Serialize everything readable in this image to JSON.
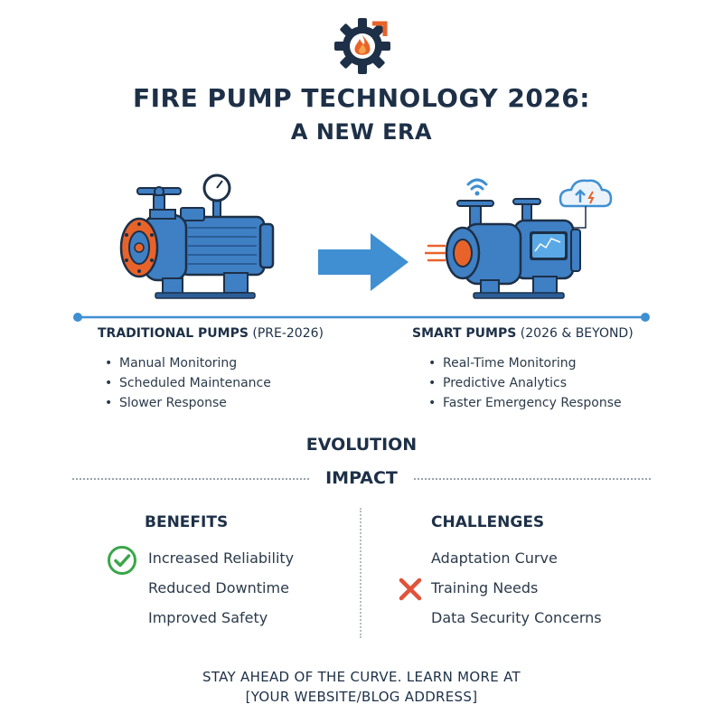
{
  "header": {
    "logo_icon": "gear-flame-icon",
    "title_line1": "FIRE PUMP TECHNOLOGY 2026:",
    "title_line2": "A NEW ERA"
  },
  "illustrations": {
    "left": "traditional-pump-illustration",
    "middle": "right-arrow-icon",
    "right": "smart-pump-illustration"
  },
  "traditional": {
    "heading_bold": "TRADITIONAL PUMPS",
    "heading_rest": " (PRE-2026)",
    "items": [
      "Manual Monitoring",
      "Scheduled Maintenance",
      "Slower Response"
    ]
  },
  "smart": {
    "heading_bold": "SMART PUMPS",
    "heading_rest": " (2026 & BEYOND)",
    "items": [
      "Real-Time Monitoring",
      "Predictive Analytics",
      "Faster Emergency Response"
    ]
  },
  "evolution_label": "EVOLUTION",
  "impact_label": "IMPACT",
  "benefits": {
    "heading": "BENEFITS",
    "icon": "check-circle-icon",
    "items": [
      "Increased Reliability",
      "Reduced Downtime",
      "Improved Safety"
    ]
  },
  "challenges": {
    "heading": "CHALLENGES",
    "icon": "red-x-icon",
    "items": [
      "Adaptation Curve",
      "Training Needs",
      "Data Security Concerns"
    ]
  },
  "footer": {
    "line1": "STAY AHEAD OF THE CURVE. LEARN MORE AT",
    "line2": "[YOUR WEBSITE/BLOG ADDRESS]"
  },
  "colors": {
    "navy": "#1d3047",
    "pump_blue": "#3f7fc4",
    "accent_orange": "#e8632a",
    "check_green": "#3aa64a",
    "x_red": "#e0523a"
  }
}
